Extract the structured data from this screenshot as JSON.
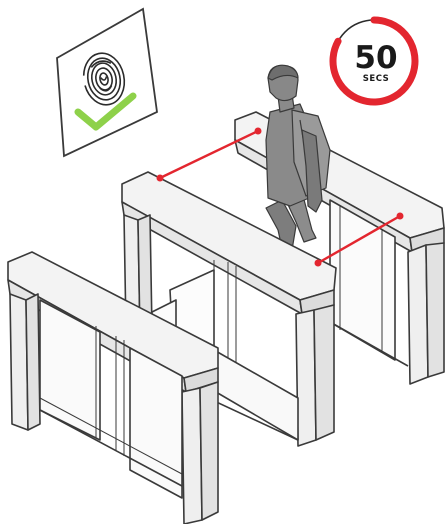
{
  "timer": {
    "value": "50",
    "unit": "SECS",
    "fraction_remaining": 0.83
  },
  "colors": {
    "accent": "#e3262f",
    "check": "#8ed14a",
    "line": "#3a3a3a",
    "panel": "#efefef",
    "person": "#8a8a8a"
  },
  "icons": {
    "biometric_sign": "fingerprint-icon",
    "status": "checkmark-icon"
  }
}
